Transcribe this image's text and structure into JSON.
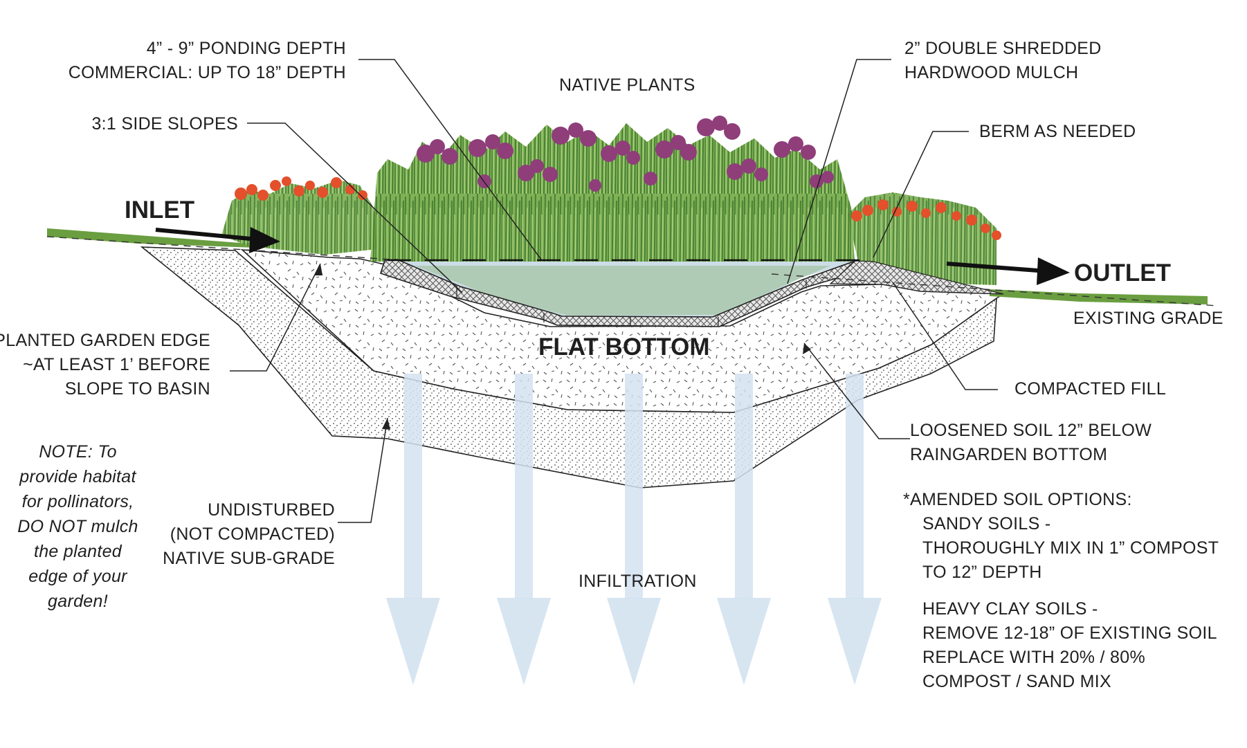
{
  "labels": {
    "ponding": [
      "4” - 9” PONDING DEPTH",
      "COMMERCIAL: UP TO 18” DEPTH"
    ],
    "native_plants": "NATIVE PLANTS",
    "mulch": [
      "2” DOUBLE SHREDDED",
      "HARDWOOD MULCH"
    ],
    "side_slopes": "3:1 SIDE SLOPES",
    "berm": "BERM AS NEEDED",
    "inlet": "INLET",
    "outlet": "OUTLET",
    "existing_grade": "EXISTING GRADE",
    "planted_edge": [
      "PLANTED GARDEN EDGE",
      "~AT LEAST 1’ BEFORE",
      "SLOPE TO BASIN"
    ],
    "flat_bottom": "FLAT BOTTOM",
    "compacted_fill": "COMPACTED FILL",
    "loosened_soil": [
      "LOOSENED SOIL 12” BELOW",
      "RAINGARDEN BOTTOM"
    ],
    "note": [
      "NOTE: To",
      "provide habitat",
      "for pollinators,",
      "DO NOT mulch",
      "the planted",
      "edge of your",
      "garden!"
    ],
    "undisturbed": [
      "UNDISTURBED",
      "(NOT COMPACTED)",
      "NATIVE SUB-GRADE"
    ],
    "infiltration": "INFILTRATION",
    "amended": {
      "title": "*AMENDED SOIL OPTIONS:",
      "sandy": [
        "SANDY SOILS -",
        "THOROUGHLY MIX IN 1” COMPOST",
        "TO 12” DEPTH"
      ],
      "clay": [
        "HEAVY CLAY SOILS -",
        "REMOVE 12-18” OF EXISTING SOIL",
        "REPLACE WITH 20% / 80%",
        "COMPOST / SAND MIX"
      ]
    }
  },
  "colors": {
    "infiltration_arrow": "#d3e2ef",
    "water": "#c9dbe6",
    "grass": "#5f9a3d",
    "flower_purple": "#8e3d78",
    "flower_orange": "#e4522c",
    "line": "#1f1f1f"
  }
}
